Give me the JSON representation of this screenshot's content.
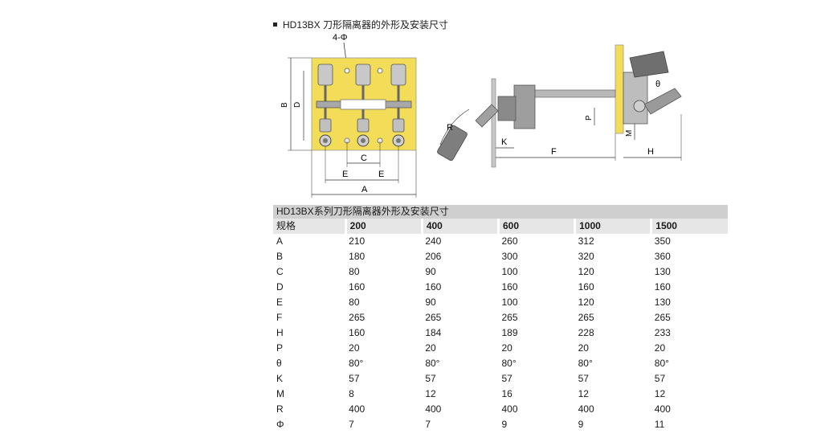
{
  "heading": "HD13BX 刀形隔离器的外形及安装尺寸",
  "front_view_labels": {
    "holes": "4-Φ",
    "b": "B",
    "d": "D",
    "c": "C",
    "e_left": "E",
    "e_right": "E",
    "a": "A"
  },
  "side_view_labels": {
    "r": "R",
    "k": "K",
    "f": "F",
    "h": "H",
    "p": "P",
    "m": "M",
    "theta": "θ"
  },
  "table": {
    "caption": "HD13BX系列刀形隔离器外形及安装尺寸",
    "header": [
      "规格",
      "200",
      "400",
      "600",
      "1000",
      "1500"
    ],
    "rows": [
      [
        "A",
        "210",
        "240",
        "260",
        "312",
        "350"
      ],
      [
        "B",
        "180",
        "206",
        "300",
        "320",
        "360"
      ],
      [
        "C",
        "80",
        "90",
        "100",
        "120",
        "130"
      ],
      [
        "D",
        "160",
        "160",
        "160",
        "160",
        "160"
      ],
      [
        "E",
        "80",
        "90",
        "100",
        "120",
        "130"
      ],
      [
        "F",
        "265",
        "265",
        "265",
        "265",
        "265"
      ],
      [
        "H",
        "160",
        "184",
        "189",
        "228",
        "233"
      ],
      [
        "P",
        "20",
        "20",
        "20",
        "20",
        "20"
      ],
      [
        "θ",
        "80°",
        "80°",
        "80°",
        "80°",
        "80°"
      ],
      [
        "K",
        "57",
        "57",
        "57",
        "57",
        "57"
      ],
      [
        "M",
        "8",
        "12",
        "16",
        "12",
        "12"
      ],
      [
        "R",
        "400",
        "400",
        "400",
        "400",
        "400"
      ],
      [
        "Φ",
        "7",
        "7",
        "9",
        "9",
        "11"
      ]
    ]
  },
  "colors": {
    "plate": "#f3dc58",
    "metal": "#b8b8b8",
    "caption_bg": "#cfcfcf",
    "header_bg": "#e6e6e6"
  }
}
